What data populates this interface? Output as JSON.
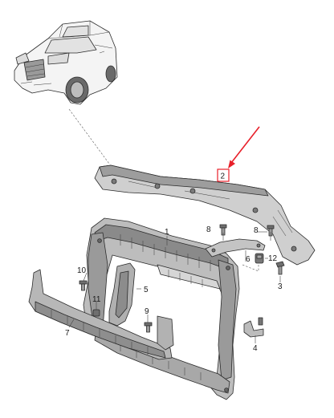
{
  "parts": {
    "p1": {
      "label": "1"
    },
    "p2": {
      "label": "2"
    },
    "p3": {
      "label": "3"
    },
    "p4": {
      "label": "4"
    },
    "p5": {
      "label": "5"
    },
    "p6": {
      "label": "6"
    },
    "p7": {
      "label": "7"
    },
    "p8a": {
      "label": "8"
    },
    "p8b": {
      "label": "8"
    },
    "p9": {
      "label": "9"
    },
    "p10": {
      "label": "10"
    },
    "p11": {
      "label": "11"
    },
    "p12": {
      "label": "12"
    }
  },
  "colors": {
    "highlight": "#e8202a",
    "part_fill": "#c9c9c9",
    "part_dark": "#8f8f8f",
    "line": "#2b2b2b"
  },
  "icons": {
    "vehicle": "suv-front-view-icon",
    "arrow": "red-arrow-icon"
  }
}
